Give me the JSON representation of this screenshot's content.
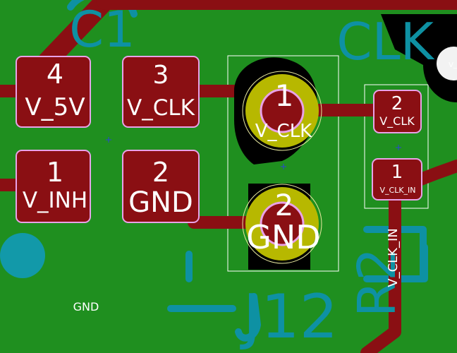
{
  "colors": {
    "board": "#1f8f1f",
    "copper_trace": "#8a0f13",
    "pad_red": "#8a0f13",
    "pad_outline": "#e8a2e8",
    "pad_hole": "#000000",
    "through_hole_gold": "#b7b800",
    "silk": "#0e91a3",
    "courtyard": "#ffffff",
    "text": "#ffffff",
    "via_cyan": "#1299a9"
  },
  "silkscreen": {
    "top_left_text": "C1",
    "top_right_text": "CLK",
    "bottom_text": "J12",
    "gnd_label": "GND",
    "r_label": "R2",
    "net_v_clk_in": "V_CLK_IN",
    "small_top_right_label": "V_"
  },
  "pads": {
    "smd_left": [
      {
        "num": "4",
        "net": "V_5V"
      },
      {
        "num": "3",
        "net": "V_CLK"
      },
      {
        "num": "1",
        "net": "V_INH"
      },
      {
        "num": "2",
        "net": "GND"
      }
    ],
    "th_j12": [
      {
        "num": "1",
        "net": "V_CLK"
      },
      {
        "num": "2",
        "net": "GND"
      }
    ],
    "right_small": [
      {
        "num": "2",
        "net": "V_CLK"
      },
      {
        "num": "1",
        "net": "V_CLK_IN"
      }
    ]
  }
}
